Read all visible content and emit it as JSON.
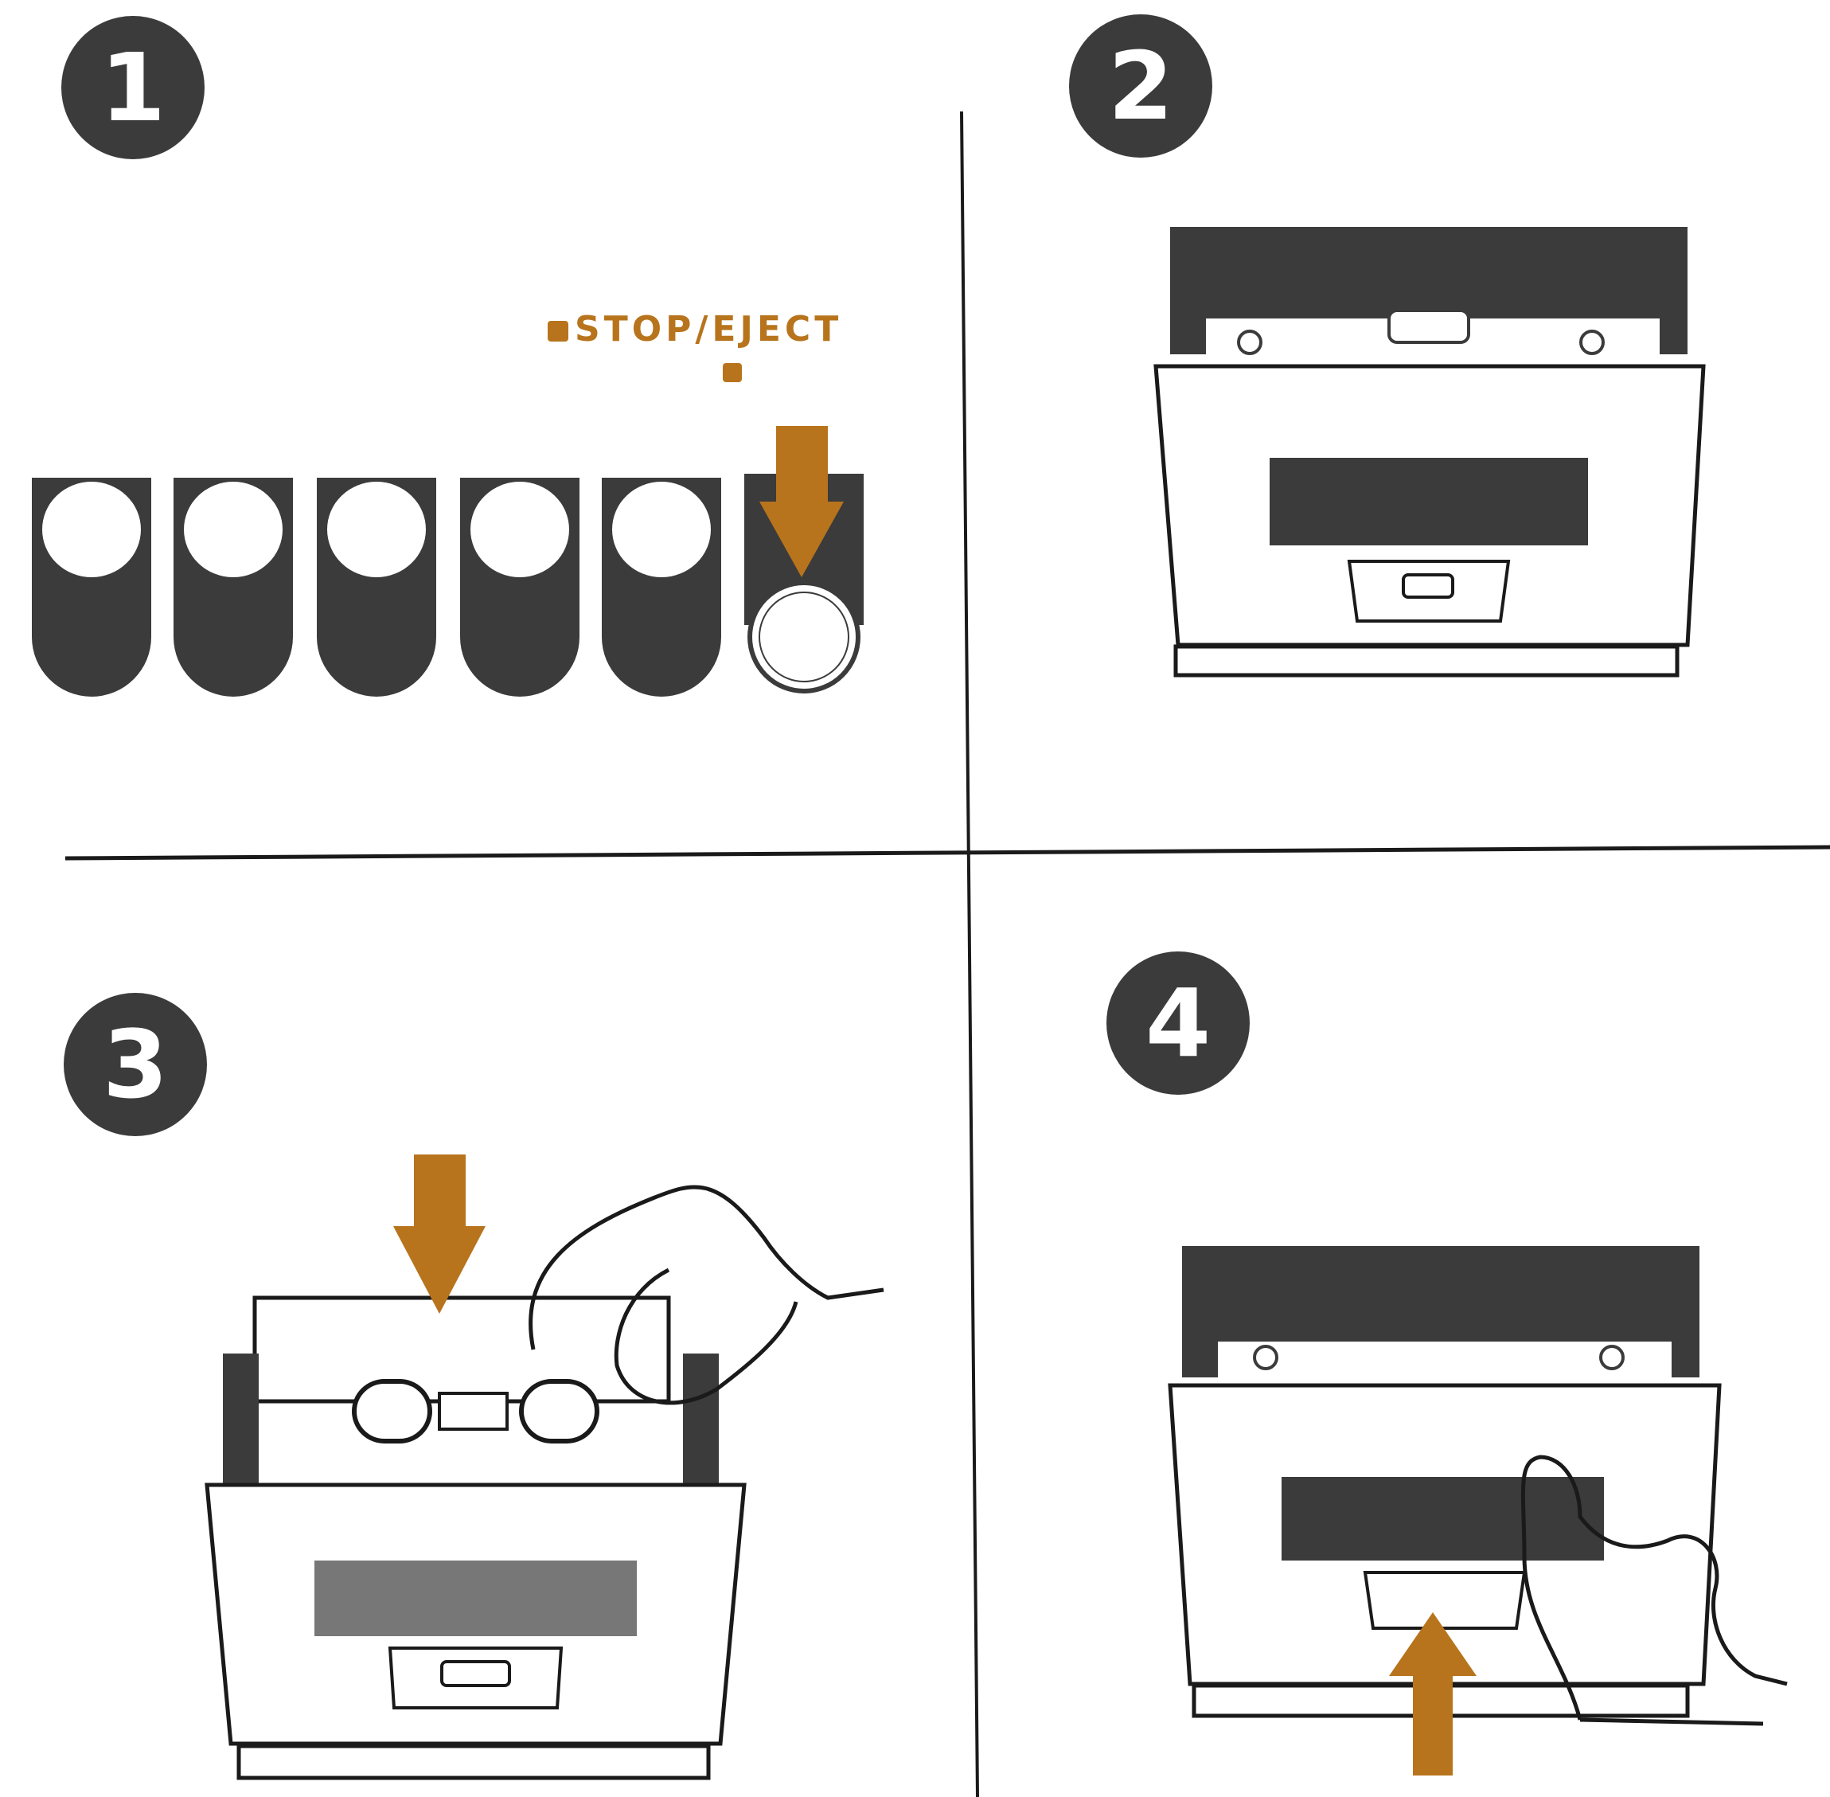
{
  "steps": [
    {
      "number": "1"
    },
    {
      "number": "2"
    },
    {
      "number": "3"
    },
    {
      "number": "4"
    }
  ],
  "panel1": {
    "button_label": "STOP/EJECT",
    "button_count": 6,
    "pressed_button": 6
  },
  "colors": {
    "accent": "#b8741c",
    "dark": "#3b3b3b",
    "line": "#1a1a1a",
    "paper": "#ffffff"
  },
  "icons": [
    "down-arrow-icon",
    "up-arrow-icon",
    "hand-icon",
    "cassette-icon"
  ]
}
